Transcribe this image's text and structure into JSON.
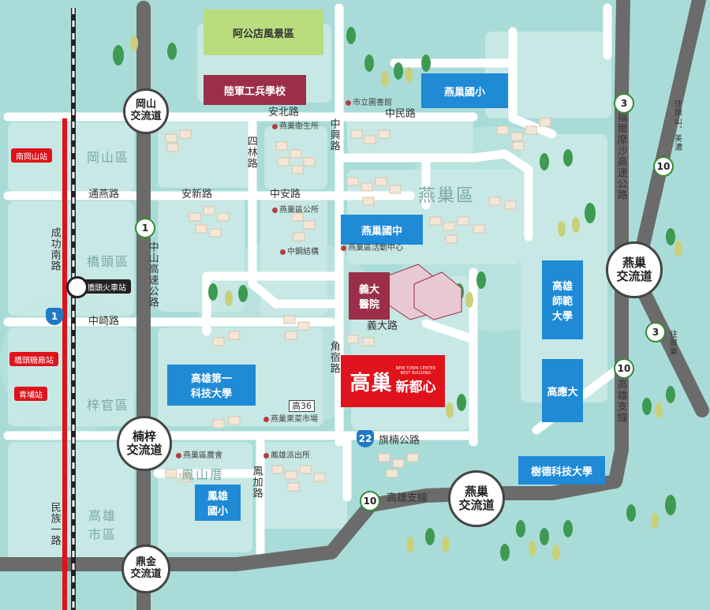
{
  "districts": {
    "gangshan": "岡山區",
    "qiaotou": "橋頭區",
    "ziguan": "梓官區",
    "yanchao": "燕巢區",
    "fengshan": "鳳山厝",
    "kaohsiung": "高雄市區"
  },
  "roads": {
    "anbei": "安北路",
    "zhongmin": "中民路",
    "tongyan": "通燕路",
    "anxin": "安新路",
    "zhongan": "中安路",
    "zhongqi": "中崎路",
    "yida": "義大路",
    "qinan": "旗楠公路",
    "gaoxiong_branch": "高雄支線",
    "silin": "四林路",
    "zhongxing": "中興路",
    "jiaosu": "角宿路",
    "fengjia": "鳳加路",
    "chenggong": "成功南路",
    "minzu": "民族一路",
    "zhongshan_fwy": "中山高速公路",
    "formosa_fwy": "福爾摩沙高速公路",
    "right_branch": "高雄支線",
    "gao36": "高36",
    "to_qishan": "往旗山、美濃",
    "to_pingtung": "往屏東"
  },
  "shields": {
    "fwy1": "1",
    "fwy3_top": "3",
    "fwy3_bottom": "3",
    "fwy10_a": "10",
    "fwy10_b": "10",
    "fwy10_c": "10",
    "prov1": "1",
    "prov22": "22"
  },
  "interchanges": {
    "gangshan": "岡山\n交流道",
    "nanzi": "楠梓\n交流道",
    "dingjin": "鼎金\n交流道",
    "yanchao_east": "燕巢\n交流道",
    "yanchao_south": "燕巢\n交流道"
  },
  "stations": {
    "south_gangshan": "南岡山站",
    "qiaotou_train": "橋頭火車站",
    "qiaotou_sugar": "橋頭糖廠站",
    "qingpu": "青埔站"
  },
  "landmarks": {
    "agongdian": "阿公店風景區",
    "army_school": "陸軍工兵學校",
    "yanchao_elem": "燕巢國小",
    "yanchao_junior": "燕巢國中",
    "edah_hospital": "義大\n醫院",
    "kuas": "高雄第一\n科技大學",
    "nknu": "高雄\n師範\n大學",
    "kmu": "高應大",
    "stu": "樹德科技大學",
    "fengxiong_elem": "鳳雄\n國小",
    "project_cn": "高巢",
    "project_sub": "新都心",
    "project_en": "NEW TOWN CENTER\nBEST BUILDING"
  },
  "poi": {
    "library": "市立圖書館",
    "health": "燕巢衛生所",
    "district_office": "燕巢區公所",
    "zhonggang": "中鋼結構",
    "activity": "燕巢區活動中心",
    "fruit_market": "燕巢果菜市場",
    "farm_assoc": "燕巢區農會",
    "police": "鳳雄派出所"
  },
  "colors": {
    "water": "#a9dcd9",
    "block": "#c7e8e4",
    "road": "#ffffff",
    "freeway": "#6b6b6b",
    "accent_red": "#e0121b",
    "school_blue": "#1f8ad6",
    "maroon": "#9b2f4a"
  }
}
